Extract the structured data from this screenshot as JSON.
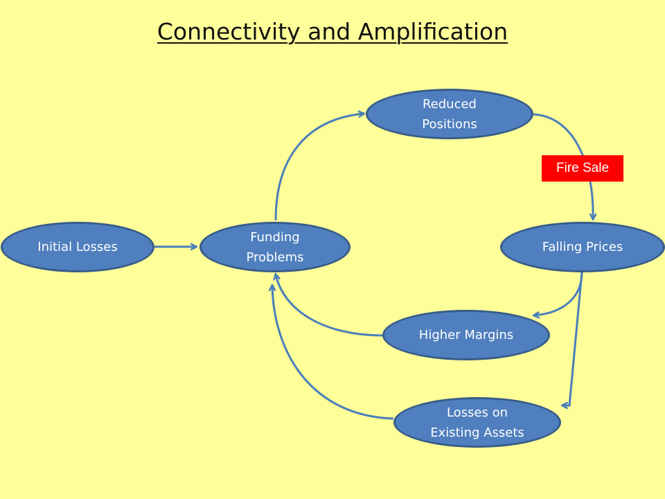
{
  "title": "Connectivity and Amplification",
  "colors": {
    "background": "#FFFF99",
    "node_fill": "#4F7FBE",
    "node_border": "#385D8A",
    "arrow": "#4A7EBB",
    "fire_sale": "#FF0000"
  },
  "nodes": {
    "initial_losses": {
      "lines": [
        "Initial Losses"
      ]
    },
    "funding_problems": {
      "lines": [
        "Funding",
        "Problems"
      ]
    },
    "reduced_positions": {
      "lines": [
        "Reduced",
        "Positions"
      ]
    },
    "falling_prices": {
      "lines": [
        "Falling Prices"
      ]
    },
    "higher_margins": {
      "lines": [
        "Higher Margins"
      ]
    },
    "losses_existing_assets": {
      "lines": [
        "Losses on",
        "Existing Assets"
      ]
    }
  },
  "fire_sale_label": "Fire Sale"
}
